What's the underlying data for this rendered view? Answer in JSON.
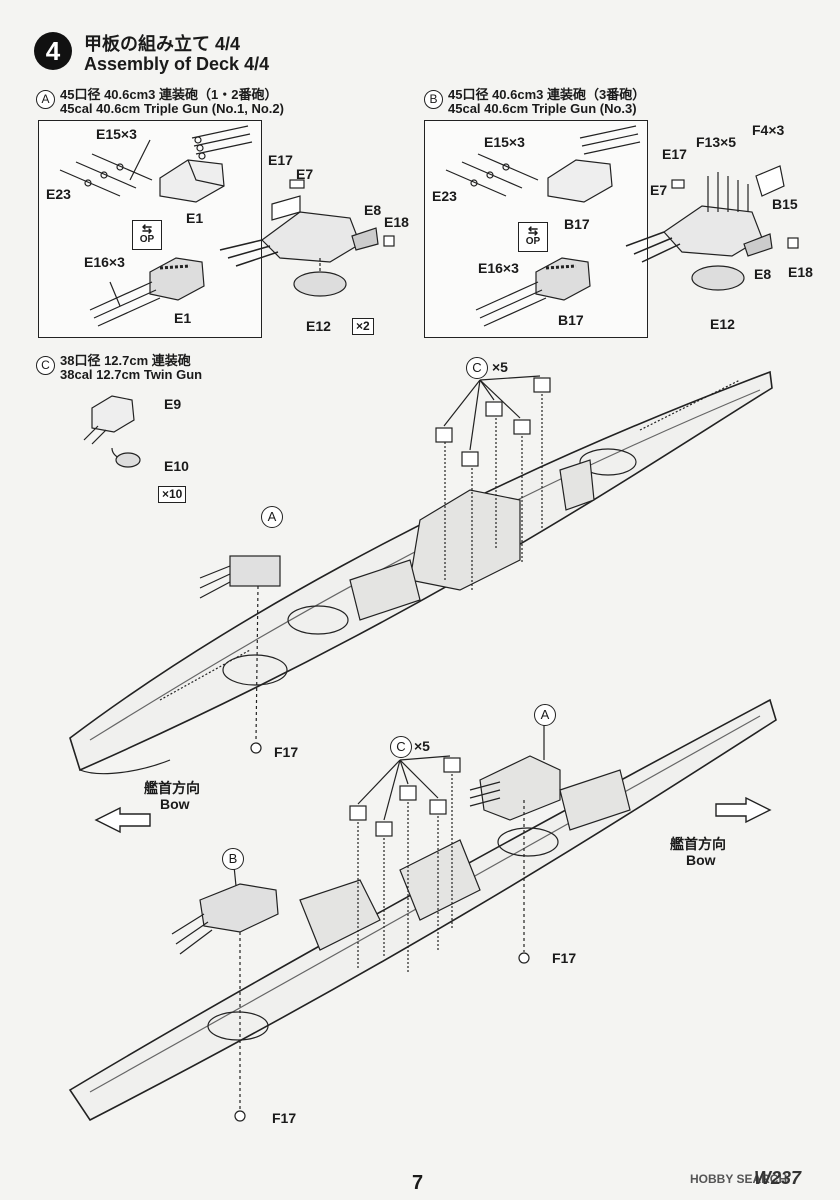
{
  "step": {
    "number": "4",
    "title_jp": "甲板の組み立て 4/4",
    "title_en": "Assembly of Deck 4/4"
  },
  "section_a": {
    "letter": "A",
    "title_jp": "45口径 40.6cm3 連装砲（1・2番砲）",
    "title_en": "45cal 40.6cm Triple Gun (No.1, No.2)",
    "labels": {
      "e15": "E15×3",
      "e23": "E23",
      "e1_top": "E1",
      "e16": "E16×3",
      "e1_bottom": "E1",
      "e17": "E17",
      "e7": "E7",
      "e8": "E8",
      "e18": "E18",
      "e12": "E12"
    },
    "qty": "×2",
    "op": "OP"
  },
  "section_b": {
    "letter": "B",
    "title_jp": "45口径 40.6cm3 連装砲（3番砲）",
    "title_en": "45cal 40.6cm Triple Gun (No.3)",
    "labels": {
      "e15": "E15×3",
      "e23": "E23",
      "b17_top": "B17",
      "e16": "E16×3",
      "b17_bottom": "B17",
      "e17": "E17",
      "f13": "F13×5",
      "f4": "F4×3",
      "e7": "E7",
      "b15": "B15",
      "e8": "E8",
      "e18": "E18",
      "e12": "E12"
    },
    "op": "OP"
  },
  "section_c": {
    "letter": "C",
    "title_jp": "38口径 12.7cm 連装砲",
    "title_en": "38cal 12.7cm Twin Gun",
    "labels": {
      "e9": "E9",
      "e10": "E10"
    },
    "qty": "×10"
  },
  "upper_ship": {
    "callout_c": "C",
    "callout_c_qty": "×5",
    "callout_a": "A",
    "f17": "F17",
    "bow_jp": "艦首方向",
    "bow_en": "Bow"
  },
  "lower_ship": {
    "callout_c": "C",
    "callout_c_qty": "×5",
    "callout_a": "A",
    "callout_b": "B",
    "f17_mid": "F17",
    "f17_stern": "F17",
    "bow_jp": "艦首方向",
    "bow_en": "Bow"
  },
  "footer": {
    "page": "7",
    "watermark": "HOBBY SEARCH",
    "code": "W237"
  }
}
